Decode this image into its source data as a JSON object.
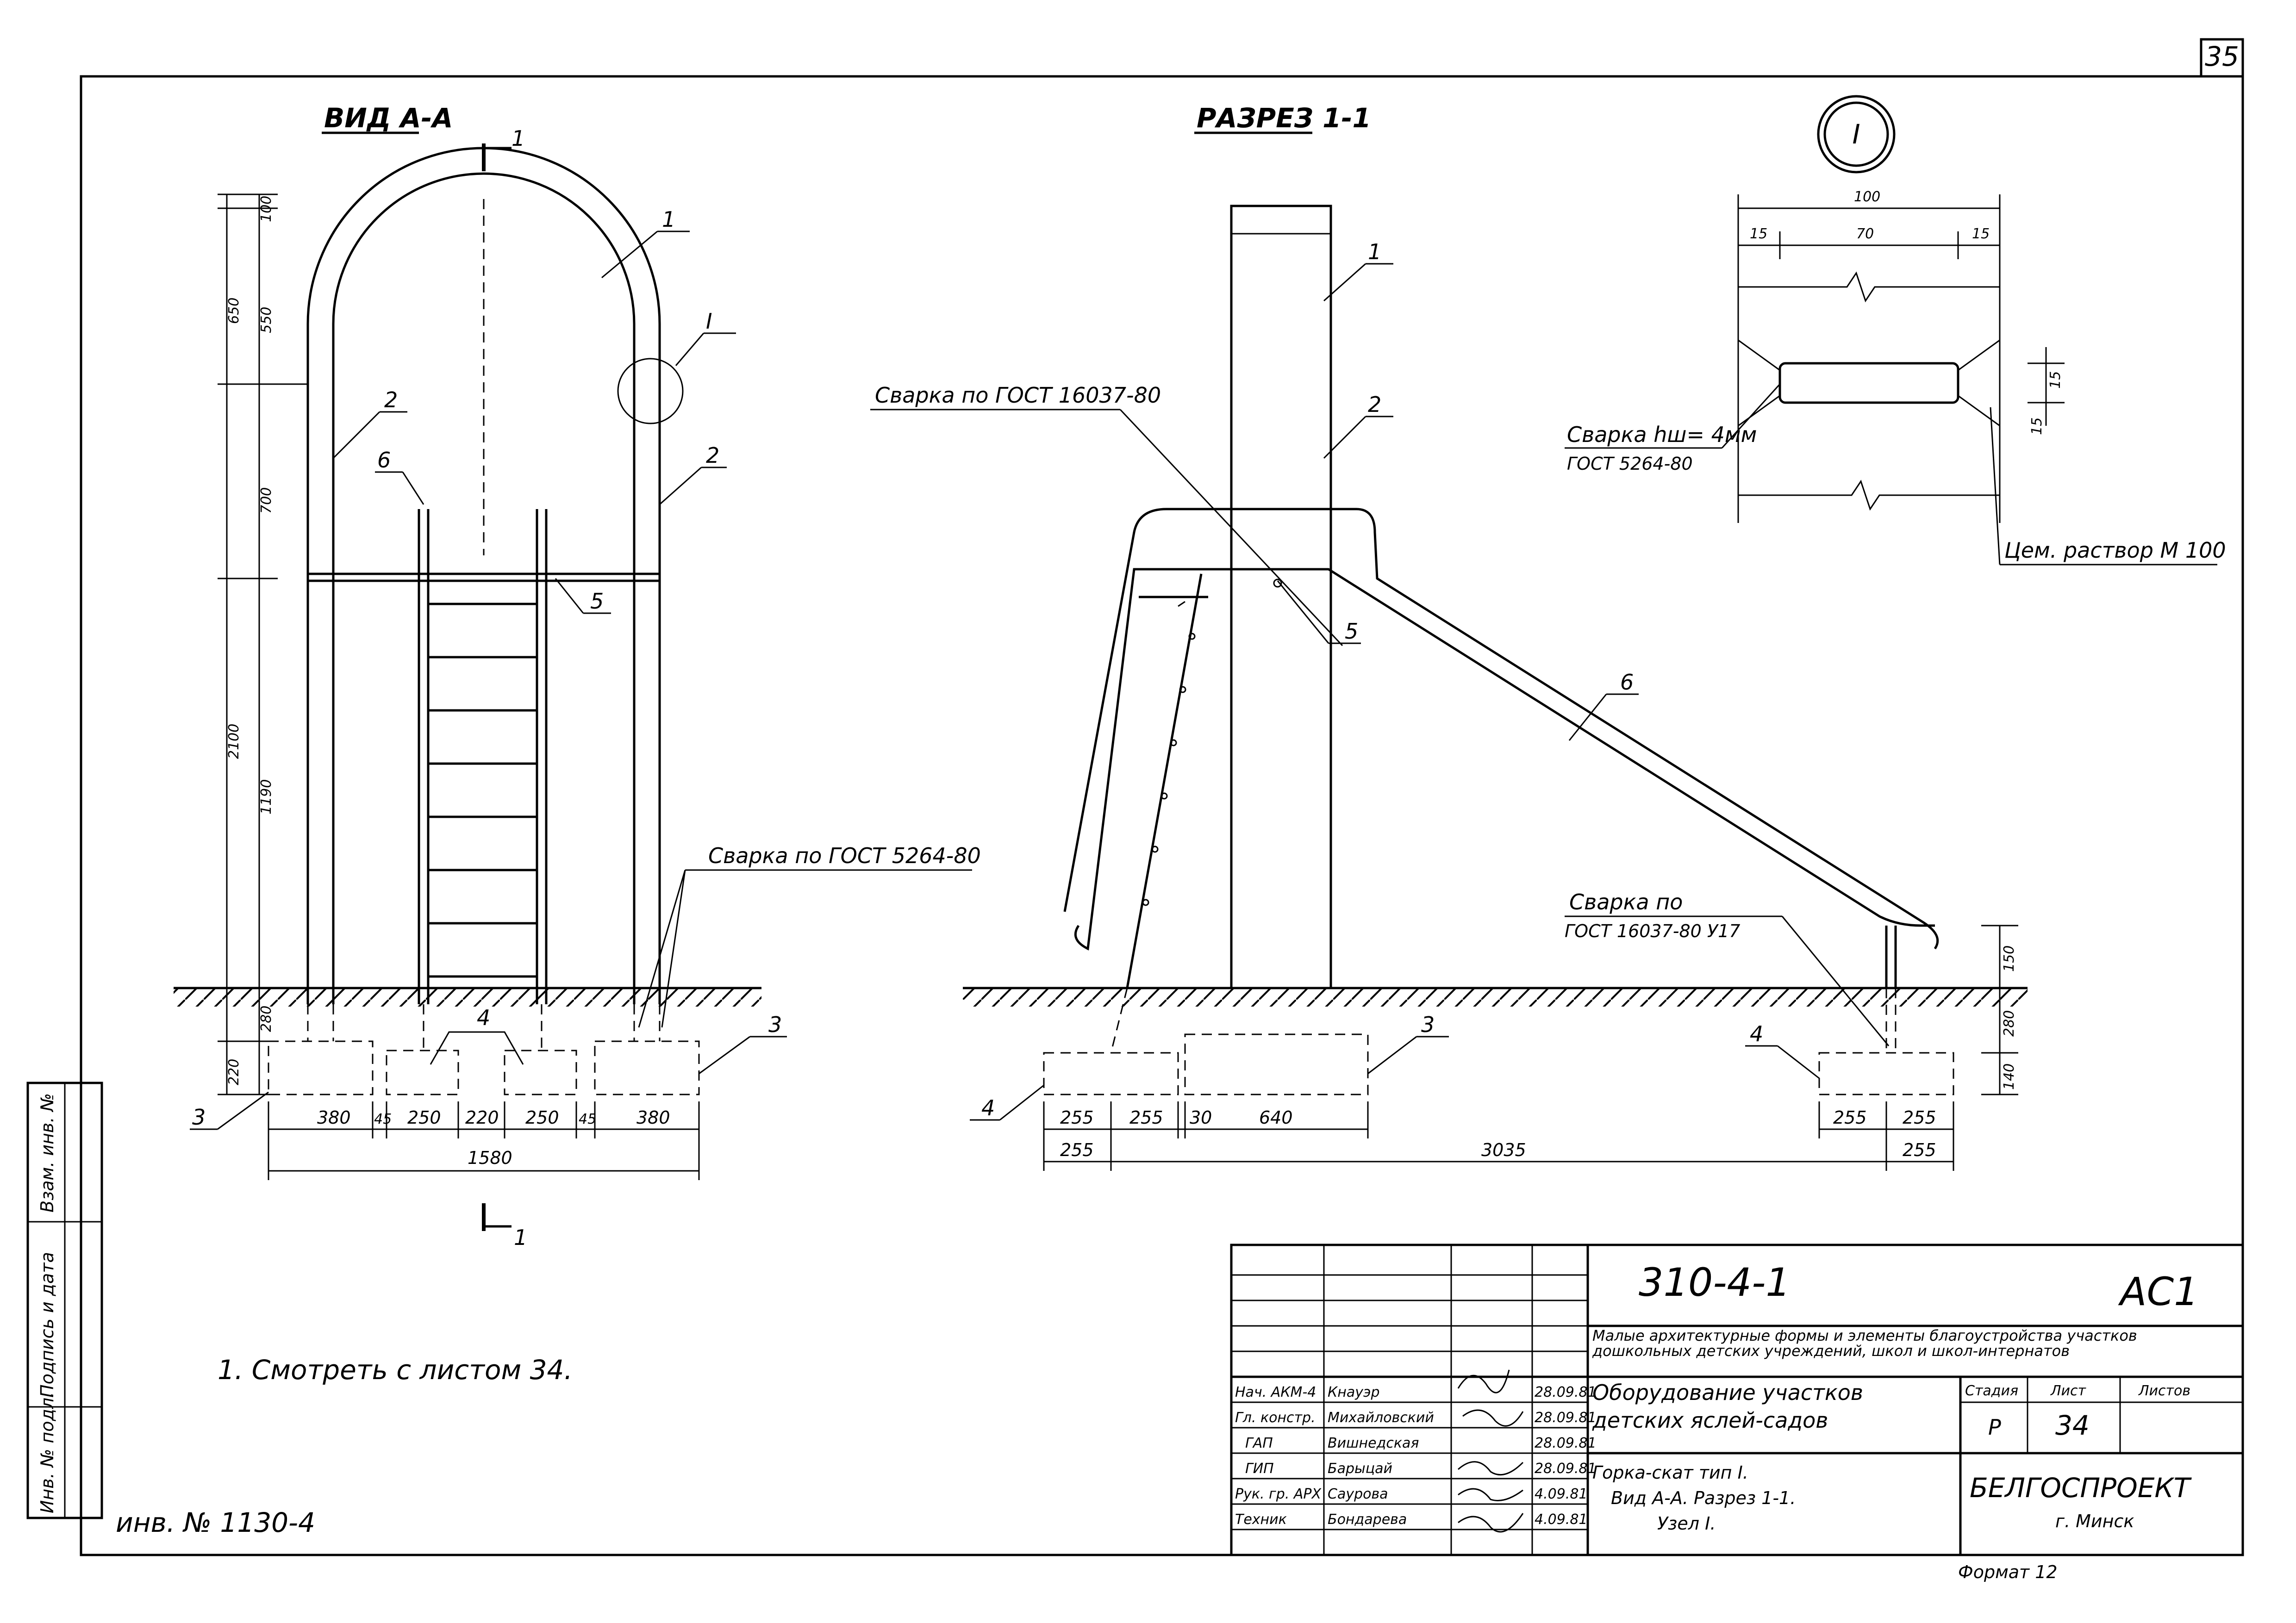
{
  "sheet_number": "35",
  "view_a": {
    "title": "ВИД А-А",
    "section_mark": "1",
    "callout_node": "I",
    "dims_vertical": [
      "100",
      "550",
      "650",
      "700",
      "2100",
      "1190",
      "280",
      "220"
    ],
    "dims_bottom": [
      "380",
      "45",
      "250",
      "220",
      "250",
      "45",
      "380"
    ],
    "dims_total": "1580",
    "positions": [
      "1",
      "2",
      "2",
      "6",
      "5",
      "3",
      "3",
      "4"
    ],
    "weld_note": "Сварка по ГОСТ 5264-80"
  },
  "section_1": {
    "title": "РАЗРЕЗ 1-1",
    "positions": [
      "1",
      "2",
      "5",
      "6",
      "3",
      "4",
      "4"
    ],
    "weld_top": "Сварка по ГОСТ 16037-80",
    "weld_bottom_1": "Сварка по",
    "weld_bottom_2": "ГОСТ 16037-80 У17",
    "dims_bottom_left": [
      "255",
      "255",
      "30",
      "640"
    ],
    "dims_total_left": "255",
    "dims_total": "3035",
    "dims_bottom_right": [
      "255",
      "255"
    ],
    "dims_total_right": "255",
    "dims_right_vertical": [
      "150",
      "280",
      "140"
    ]
  },
  "node_1": {
    "label": "I",
    "dim_top": "100",
    "dims": [
      "15",
      "70",
      "15"
    ],
    "dims_vertical": [
      "15",
      "15"
    ],
    "weld_1": "Сварка hш= 4мм",
    "weld_2": "ГОСТ 5264-80",
    "mortar": "Цем. раствор М 100"
  },
  "note": "1. Смотреть с листом 34.",
  "inv_number": "инв. № 1130-4",
  "side_stamp": [
    "Взам. инв. №",
    "Подпись и дата",
    "Инв. № подл."
  ],
  "title_block": {
    "code": "310-4-1",
    "mark": "АС1",
    "project_name": "Малые архитектурные формы и элементы благоустройства участков дошкольных детских учреждений, школ и школ-интернатов",
    "roles": [
      "Нач. АКМ-4",
      "Гл. констр.",
      "ГАП",
      "ГИП",
      "Рук. гр. АРХ",
      "Техник"
    ],
    "names": [
      "Кнауэр",
      "Михайловский",
      "Вишнедская",
      "Барыцай",
      "Саурова",
      "Бондарева"
    ],
    "dates": [
      "28.09.81",
      "28.09.81",
      "28.09.81",
      "28.09.81",
      "4.09.81",
      "4.09.81"
    ],
    "drawing_title_1": "Оборудование участков",
    "drawing_title_2": "детских яслей-садов",
    "sheet_title_1": "Горка-скат тип I.",
    "sheet_title_2": "Вид А-А. Разрез 1-1.",
    "sheet_title_3": "Узел I.",
    "stage_label": "Стадия",
    "sheet_label": "Лист",
    "sheets_label": "Листов",
    "stage": "Р",
    "sheet": "34",
    "org_1": "БЕЛГОСПРОЕКТ",
    "org_2": "г. Минск",
    "format": "Формат 12"
  }
}
